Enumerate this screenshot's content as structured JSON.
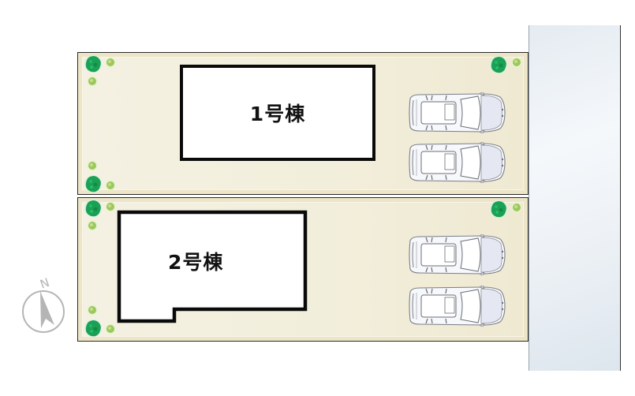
{
  "site_plan": {
    "lots": [
      {
        "id": "lot-1",
        "building_label": "1号棟",
        "parking_spaces": 2
      },
      {
        "id": "lot-2",
        "building_label": "2号棟",
        "parking_spaces": 2
      }
    ],
    "road": {
      "position": "east"
    },
    "compass": {
      "label": "N",
      "icon": "north-arrow-icon"
    },
    "colors": {
      "lot_fill": "#f2eedb",
      "lot_border": "#ece5c8",
      "building_fill": "#ffffff",
      "building_outline": "#0a0a0a",
      "road_fill": "#eef2f6",
      "tree_dark": "#1fa85a",
      "tree_light": "#9ccc5a",
      "compass": "#b5b5b5"
    }
  }
}
